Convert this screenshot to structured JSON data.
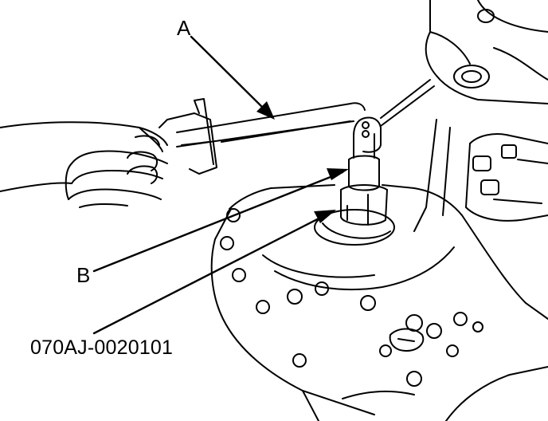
{
  "callouts": {
    "a": "A",
    "b": "B"
  },
  "figure_code": "070AJ-0020101",
  "colors": {
    "ink": "#000000",
    "paper": "#ffffff"
  }
}
